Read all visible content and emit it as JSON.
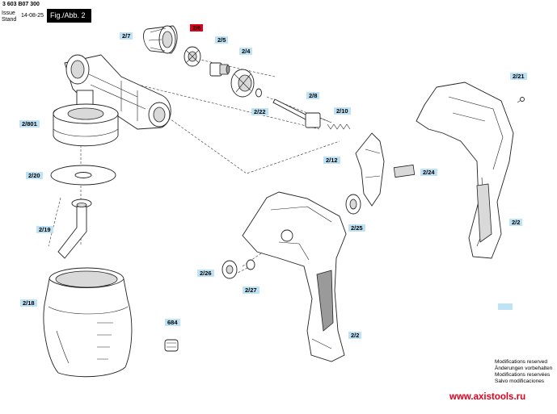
{
  "header": {
    "doc_number": "3 603 B07 300",
    "issue_label": "Issue",
    "stand_label": "Stand",
    "date": "14-08-25",
    "figure": "Fig./Abb. 2"
  },
  "callouts": [
    {
      "id": "2/7",
      "highlight": false
    },
    {
      "id": "2/6",
      "highlight": true
    },
    {
      "id": "2/5",
      "highlight": false
    },
    {
      "id": "2/4",
      "highlight": false
    },
    {
      "id": "2/22",
      "highlight": false
    },
    {
      "id": "2/8",
      "highlight": false
    },
    {
      "id": "2/10",
      "highlight": false
    },
    {
      "id": "2/21",
      "highlight": false
    },
    {
      "id": "2/801",
      "highlight": false
    },
    {
      "id": "2/12",
      "highlight": false
    },
    {
      "id": "2/24",
      "highlight": false
    },
    {
      "id": "2/20",
      "highlight": false
    },
    {
      "id": "2/25",
      "highlight": false
    },
    {
      "id": "2/19",
      "highlight": false
    },
    {
      "id": "2/2",
      "highlight": false
    },
    {
      "id": "2/26",
      "highlight": false
    },
    {
      "id": "2/27",
      "highlight": false
    },
    {
      "id": "2/18",
      "highlight": false
    },
    {
      "id": "684",
      "highlight": false
    },
    {
      "id": "2/2",
      "highlight": false
    }
  ],
  "notes": [
    "Modifications reserved",
    "Änderungen vorbehalten",
    "Modifications reservées",
    "Salvo modificaciones"
  ],
  "website": "www.axistools.ru",
  "colors": {
    "callout_bg": "#bfe3f5",
    "highlight": "#e0001b",
    "website": "#e0001b"
  }
}
